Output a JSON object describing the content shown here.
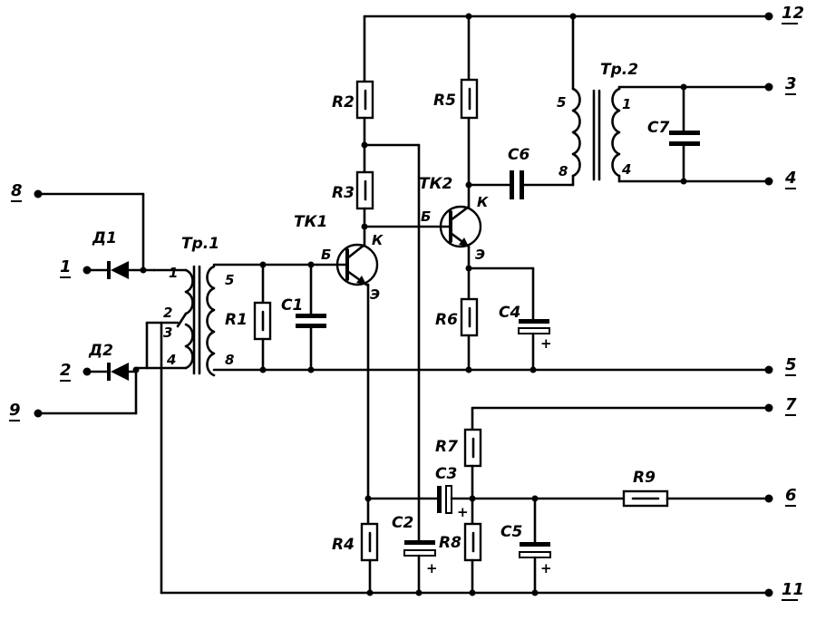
{
  "terminals": {
    "t12": "12",
    "t3": "3",
    "t4": "4",
    "t8": "8",
    "t1": "1",
    "t2": "2",
    "t9": "9",
    "t5": "5",
    "t7": "7",
    "t6": "6",
    "t11": "11"
  },
  "components": {
    "d1": "Д1",
    "d2": "Д2",
    "tr1": "Тр.1",
    "tr2": "Тр.2",
    "tk1": "ТК1",
    "tk2": "ТК2",
    "r1": "R1",
    "r2": "R2",
    "r3": "R3",
    "r4": "R4",
    "r5": "R5",
    "r6": "R6",
    "r7": "R7",
    "r8": "R8",
    "r9": "R9",
    "c1": "C1",
    "c2": "C2",
    "c3": "C3",
    "c4": "C4",
    "c5": "C5",
    "c6": "C6",
    "c7": "C7"
  },
  "pins": {
    "tr1_p1": "1",
    "tr1_p2": "2",
    "tr1_p3": "3",
    "tr1_p4": "4",
    "tr1_p5": "5",
    "tr1_p8": "8",
    "tr2_p1": "1",
    "tr2_p4": "4",
    "tr2_p5": "5",
    "tr2_p8": "8",
    "tk1_b": "Б",
    "tk1_k": "К",
    "tk1_e": "Э",
    "tk2_b": "Б",
    "tk2_k": "К",
    "tk2_e": "Э",
    "plus": "+"
  }
}
